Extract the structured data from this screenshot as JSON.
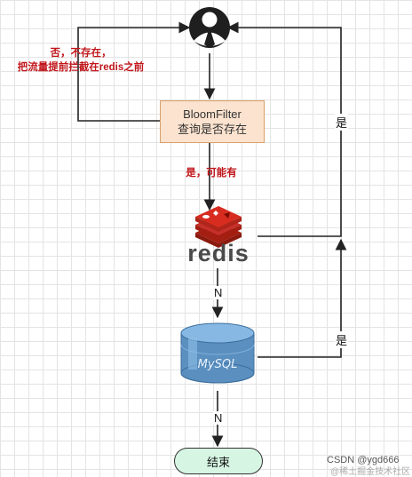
{
  "nodes": {
    "bloom_line1": "BloomFilter",
    "bloom_line2": "查询是否存在",
    "redis_word": "redis",
    "mysql_word": "MySQL",
    "end": "结束"
  },
  "annotations": {
    "no_line1": "否，不存在，",
    "no_line2": "把流量提前拦截在redis之前",
    "maybe": "是，可能有"
  },
  "edge_labels": {
    "yes_top": "是",
    "yes_mysql": "是",
    "n_redis": "N",
    "n_mysql": "N"
  },
  "watermark": {
    "main": "CSDN @ygd666",
    "sub": "@稀土掘金技术社区"
  },
  "colors": {
    "accent_red": "#c0161b",
    "redis_red": "#d82c20",
    "bloom_fill": "#fbe3cf",
    "end_fill": "#d6f5e3",
    "mysql_blue": "#4f86b8"
  }
}
